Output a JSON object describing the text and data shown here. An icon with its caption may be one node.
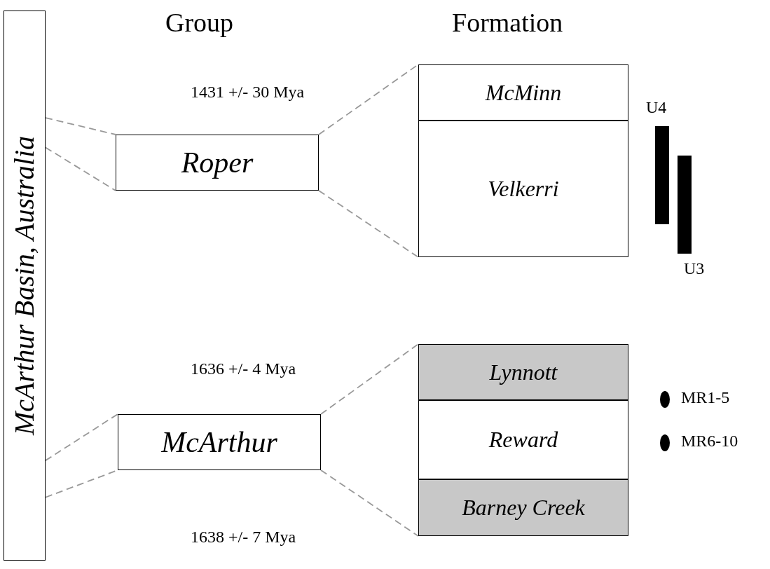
{
  "diagram": {
    "nodes": [
      {
        "text": [
          "McArthur Basin, Australia"
        ]
      },
      {
        "text": [
          "Roper"
        ]
      },
      {
        "text": [
          "McMinn"
        ]
      },
      {
        "text": [
          "Velkerri"
        ]
      },
      {
        "text": [
          "McArthur"
        ]
      },
      {
        "text": [
          "Lynnott"
        ]
      },
      {
        "text": [
          "Reward"
        ]
      },
      {
        "text": [
          "Barney Creek"
        ]
      },
      {
        "text": [],
        "shape": "bar",
        "beside": [
          "U4"
        ]
      },
      {
        "text": [],
        "shape": "bar",
        "beside": [
          "U3"
        ]
      },
      {
        "text": [],
        "shape": "ellipse",
        "beside": [
          "MR1-5"
        ]
      },
      {
        "text": [],
        "shape": "ellipse",
        "beside": [
          "MR6-10"
        ]
      }
    ],
    "edges": [
      {
        "from": 0,
        "to": 1,
        "arrow": "none",
        "style": "dashed"
      },
      {
        "from": 0,
        "to": 1,
        "arrow": "none",
        "style": "dashed"
      },
      {
        "from": 1,
        "to": 2,
        "arrow": "none",
        "style": "dashed"
      },
      {
        "from": 1,
        "to": 3,
        "arrow": "none",
        "style": "dashed"
      },
      {
        "from": 0,
        "to": 4,
        "arrow": "none",
        "style": "dashed"
      },
      {
        "from": 0,
        "to": 4,
        "arrow": "none",
        "style": "dashed"
      },
      {
        "from": 4,
        "to": 5,
        "arrow": "none",
        "style": "dashed"
      },
      {
        "from": 4,
        "to": 7,
        "arrow": "none",
        "style": "dashed"
      }
    ],
    "labels": [
      "Group",
      "Formation",
      "1431 +/- 30 Mya",
      "1636 +/- 4 Mya",
      "1638 +/- 7 Mya"
    ]
  }
}
